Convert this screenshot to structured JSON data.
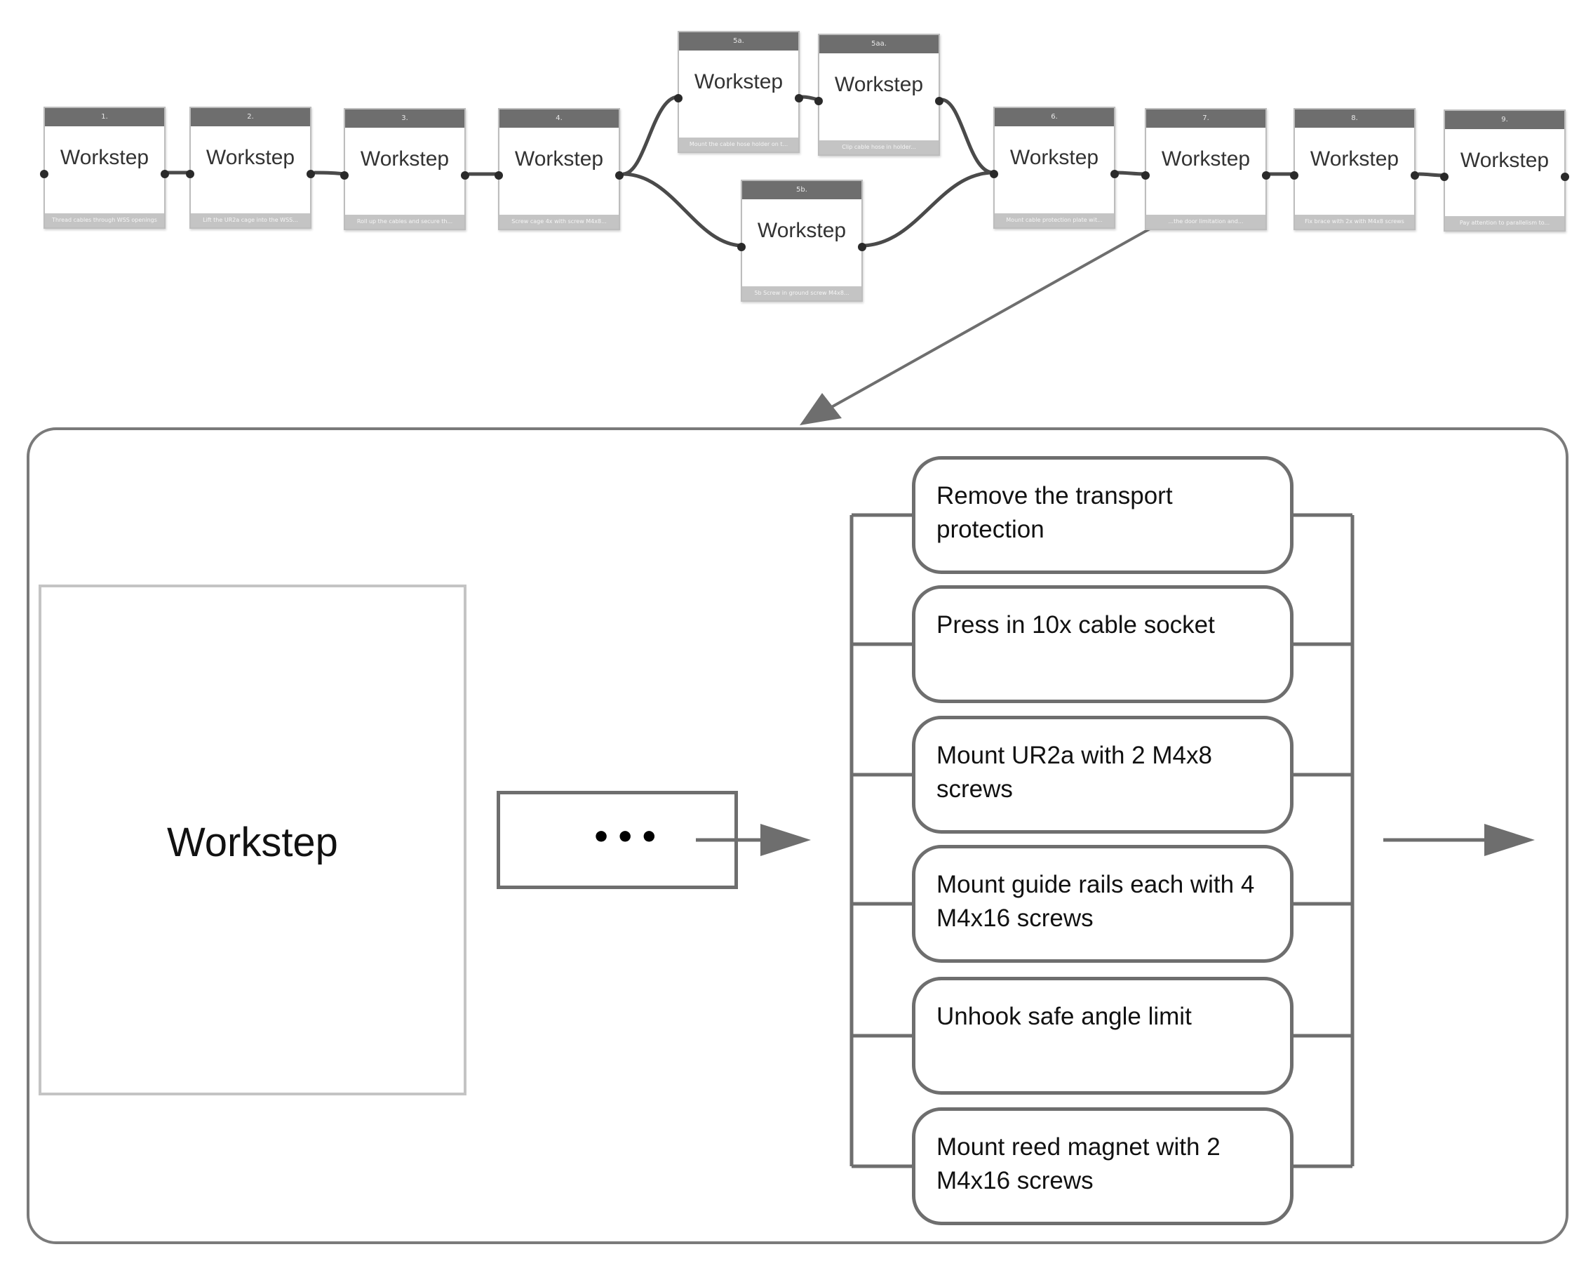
{
  "flow": {
    "nodes": [
      {
        "id": "1",
        "header": "1.",
        "title": "Workstep",
        "desc": "Thread cables through WSS openings"
      },
      {
        "id": "2",
        "header": "2.",
        "title": "Workstep",
        "desc": "Lift the UR2a cage into the WSS..."
      },
      {
        "id": "3",
        "header": "3.",
        "title": "Workstep",
        "desc": "Roll up the cables and secure th..."
      },
      {
        "id": "4",
        "header": "4.",
        "title": "Workstep",
        "desc": "Screw cage 4x with screw M4x8..."
      },
      {
        "id": "5a",
        "header": "5a.",
        "title": "Workstep",
        "desc": "Mount the cable hose holder on t..."
      },
      {
        "id": "5aa",
        "header": "5aa.",
        "title": "Workstep",
        "desc": "Clip cable hose in holder..."
      },
      {
        "id": "5b",
        "header": "5b.",
        "title": "Workstep",
        "desc": "5b Screw in ground screw M4x8..."
      },
      {
        "id": "6",
        "header": "6.",
        "title": "Workstep",
        "desc": "Mount cable protection plate wit..."
      },
      {
        "id": "7",
        "header": "7.",
        "title": "Workstep",
        "desc": "...the door limitation and..."
      },
      {
        "id": "8",
        "header": "8.",
        "title": "Workstep",
        "desc": "Fix brace with 2x with M4x8 screws"
      },
      {
        "id": "9",
        "header": "9.",
        "title": "Workstep",
        "desc": "Pay attention to parallelism to..."
      }
    ]
  },
  "detail": {
    "workstep_label": "Workstep",
    "ellipsis": "•••",
    "tasks": [
      {
        "label": "Remove the transport protection"
      },
      {
        "label": "Press in 10x cable socket"
      },
      {
        "label": "Mount UR2a with 2 M4x8 screws"
      },
      {
        "label": "Mount guide rails each with 4 M4x16 screws"
      },
      {
        "label": "Unhook safe angle limit"
      },
      {
        "label": "Mount reed magnet with 2 M4x16 screws"
      }
    ]
  },
  "colors": {
    "node_header": "#6e6e6e",
    "node_border": "#bdbdbd",
    "connector": "#4a4a4a",
    "frame": "#7a7a7a",
    "task_border": "#6e6e6e"
  }
}
